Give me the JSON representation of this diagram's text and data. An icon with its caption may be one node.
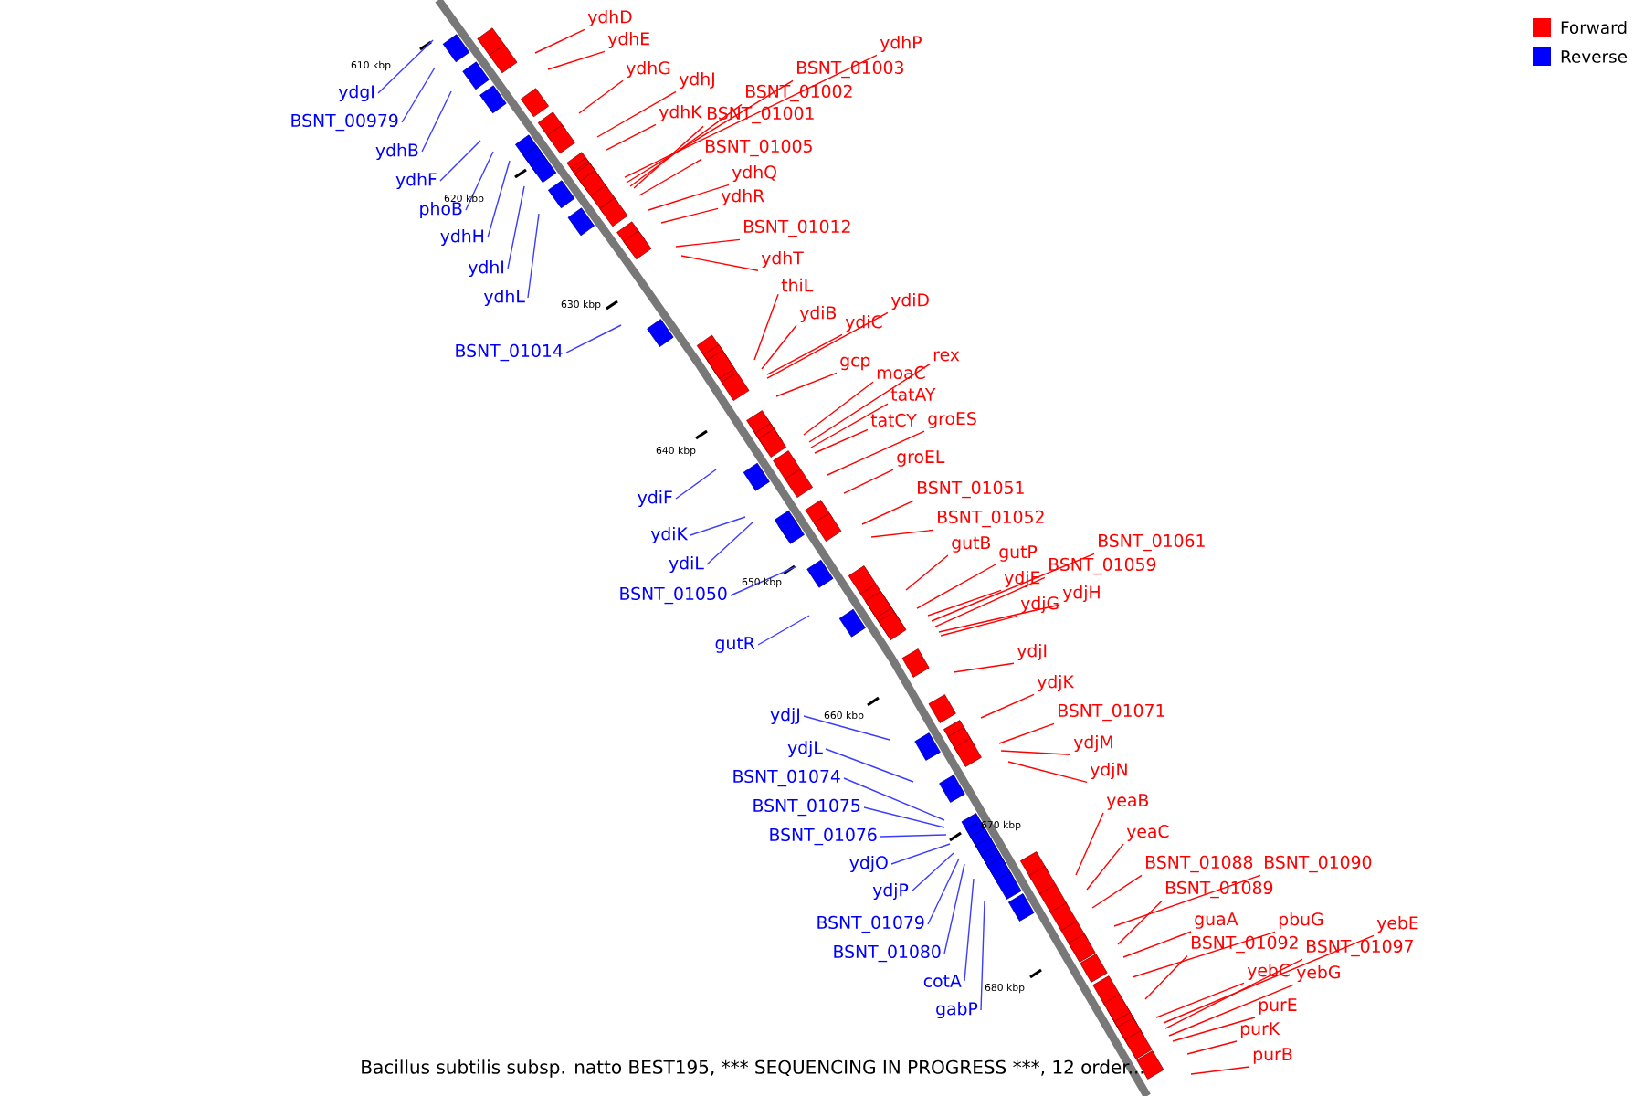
{
  "diagram": {
    "caption": "Bacillus subtilis subsp. natto BEST195, ***",
    "nodes": [
      {
        "text": [
          "ydhD"
        ]
      },
      {
        "text": [
          "ydhE"
        ]
      },
      {
        "text": [
          "ydhP"
        ]
      },
      {
        "text": [
          "BSNT_01003"
        ]
      },
      {
        "text": [
          "ydhG"
        ]
      },
      {
        "text": [
          "ydhJ"
        ]
      },
      {
        "text": [
          "ydgI"
        ]
      },
      {
        "text": [
          "BSNT_01002"
        ]
      },
      {
        "text": [
          "ydhK"
        ]
      },
      {
        "text": [
          "BSNT_01001"
        ]
      },
      {
        "text": [
          "BSNT_00979"
        ]
      },
      {
        "text": [
          "BSNT_01005"
        ]
      },
      {
        "text": [
          "ydhB"
        ]
      },
      {
        "text": [
          "ydhQ"
        ]
      },
      {
        "text": [
          "ydhF"
        ]
      },
      {
        "text": [
          "ydhR"
        ]
      },
      {
        "text": [
          "phoB"
        ]
      },
      {
        "text": [
          "BSNT_01012"
        ]
      },
      {
        "text": [
          "ydhH"
        ]
      },
      {
        "text": [
          "ydhT"
        ]
      },
      {
        "text": [
          "ydhI"
        ]
      },
      {
        "text": [
          "thiL"
        ]
      },
      {
        "text": [
          "ydhL"
        ]
      },
      {
        "text": [
          "ydiD"
        ]
      },
      {
        "text": [
          "ydiB"
        ]
      },
      {
        "text": [
          "ydiC"
        ]
      },
      {
        "text": [
          "BSNT_01014"
        ]
      },
      {
        "text": [
          "rex"
        ]
      },
      {
        "text": [
          "gcp"
        ]
      },
      {
        "text": [
          "moaC"
        ]
      },
      {
        "text": [
          "tatAY"
        ]
      },
      {
        "text": [
          "tatCY"
        ]
      },
      {
        "text": [
          "groES"
        ]
      },
      {
        "text": [
          "groEL"
        ]
      },
      {
        "text": [
          "BSNT_01051"
        ]
      },
      {
        "text": [
          "ydiF"
        ]
      },
      {
        "text": [
          "BSNT_01052"
        ]
      },
      {
        "text": [
          "ydiK"
        ]
      },
      {
        "text": [
          "BSNT_01061"
        ]
      },
      {
        "text": [
          "gutB"
        ]
      },
      {
        "text": [
          "gutP"
        ]
      },
      {
        "text": [
          "ydiL"
        ]
      },
      {
        "text": [
          "BSNT_01059"
        ]
      },
      {
        "text": [
          "ydjE"
        ]
      },
      {
        "text": [
          "ydjH"
        ]
      },
      {
        "text": [
          "BSNT_01050"
        ]
      },
      {
        "text": [
          "ydjG"
        ]
      },
      {
        "text": [
          "gutR"
        ]
      },
      {
        "text": [
          "ydjI"
        ]
      },
      {
        "text": [
          "ydjK"
        ]
      },
      {
        "text": [
          "BSNT_01071"
        ]
      },
      {
        "text": [
          "ydjJ"
        ]
      },
      {
        "text": [
          "ydjM"
        ]
      },
      {
        "text": [
          "ydjL"
        ]
      },
      {
        "text": [
          "ydjN"
        ]
      },
      {
        "text": [
          "BSNT_01074"
        ]
      },
      {
        "text": [
          "yeaB"
        ]
      },
      {
        "text": [
          "BSNT_01075"
        ]
      },
      {
        "text": [
          "yeaC"
        ]
      },
      {
        "text": [
          "BSNT_01076"
        ]
      },
      {
        "text": [
          "BSNT_01088"
        ]
      },
      {
        "text": [
          "BSNT_01090"
        ]
      },
      {
        "text": [
          "ydjO"
        ]
      },
      {
        "text": [
          "BSNT_01089"
        ]
      },
      {
        "text": [
          "ydjP"
        ]
      },
      {
        "text": [
          "guaA"
        ]
      },
      {
        "text": [
          "pbuG"
        ]
      },
      {
        "text": [
          "yebE"
        ]
      },
      {
        "text": [
          "BSNT_01079"
        ]
      },
      {
        "text": [
          "BSNT_01092"
        ]
      },
      {
        "text": [
          "BSNT_01097"
        ]
      },
      {
        "text": [
          "BSNT_01080"
        ]
      },
      {
        "text": [
          "yebC"
        ]
      },
      {
        "text": [
          "yebG"
        ]
      },
      {
        "text": [
          "cotA"
        ]
      },
      {
        "text": [
          "purE"
        ]
      },
      {
        "text": [
          "gabP"
        ]
      },
      {
        "text": [
          "purK"
        ]
      },
      {
        "text": [
          "purB"
        ]
      }
    ],
    "edges": [
      {
        "from": 0,
        "to": null,
        "arrow": "none"
      },
      {
        "from": 1,
        "to": null,
        "arrow": "none"
      },
      {
        "from": 2,
        "to": null,
        "arrow": "none"
      },
      {
        "from": 3,
        "to": null,
        "arrow": "none"
      },
      {
        "from": 4,
        "to": null,
        "arrow": "none"
      },
      {
        "from": 5,
        "to": null,
        "arrow": "none"
      },
      {
        "from": 6,
        "to": null,
        "arrow": "none",
        "color": "#3c3cff"
      },
      {
        "from": 7,
        "to": null,
        "arrow": "none"
      },
      {
        "from": 8,
        "to": null,
        "arrow": "none"
      },
      {
        "from": 9,
        "to": null,
        "arrow": "none"
      },
      {
        "from": 10,
        "to": null,
        "arrow": "none",
        "color": "#3c3cff"
      },
      {
        "from": 11,
        "to": null,
        "arrow": "none"
      },
      {
        "from": 12,
        "to": null,
        "arrow": "none",
        "color": "#3c3cff"
      },
      {
        "from": 13,
        "to": null,
        "arrow": "none"
      },
      {
        "from": 14,
        "to": null,
        "arrow": "none",
        "color": "#3c3cff"
      },
      {
        "from": 15,
        "to": null,
        "arrow": "none"
      },
      {
        "from": 16,
        "to": null,
        "arrow": "none",
        "color": "#3c3cff"
      },
      {
        "from": 17,
        "to": null,
        "arrow": "none"
      },
      {
        "from": 18,
        "to": null,
        "arrow": "none",
        "color": "#3c3cff"
      },
      {
        "from": 19,
        "to": null,
        "arrow": "none"
      },
      {
        "from": 20,
        "to": null,
        "arrow": "none",
        "color": "#3c3cff"
      },
      {
        "from": 21,
        "to": null,
        "arrow": "none"
      },
      {
        "from": 22,
        "to": null,
        "arrow": "none",
        "color": "#3c3cff"
      },
      {
        "from": 23,
        "to": null,
        "arrow": "none"
      },
      {
        "from": 24,
        "to": null,
        "arrow": "none"
      },
      {
        "from": 25,
        "to": null,
        "arrow": "none"
      },
      {
        "from": 26,
        "to": null,
        "arrow": "none",
        "color": "#3c3cff"
      },
      {
        "from": 27,
        "to": null,
        "arrow": "none"
      },
      {
        "from": 28,
        "to": null,
        "arrow": "none"
      },
      {
        "from": 29,
        "to": null,
        "arrow": "none"
      },
      {
        "from": 30,
        "to": null,
        "arrow": "none"
      },
      {
        "from": 31,
        "to": null,
        "arrow": "none"
      },
      {
        "from": 32,
        "to": null,
        "arrow": "none"
      },
      {
        "from": 33,
        "to": null,
        "arrow": "none"
      },
      {
        "from": 34,
        "to": null,
        "arrow": "none"
      },
      {
        "from": 35,
        "to": null,
        "arrow": "none",
        "color": "#3c3cff"
      },
      {
        "from": 36,
        "to": null,
        "arrow": "none"
      },
      {
        "from": 37,
        "to": null,
        "arrow": "none",
        "color": "#3c3cff"
      },
      {
        "from": 38,
        "to": null,
        "arrow": "none"
      },
      {
        "from": 39,
        "to": null,
        "arrow": "none"
      },
      {
        "from": 40,
        "to": null,
        "arrow": "none"
      },
      {
        "from": 41,
        "to": null,
        "arrow": "none",
        "color": "#3c3cff"
      },
      {
        "from": 42,
        "to": null,
        "arrow": "none"
      },
      {
        "from": 43,
        "to": null,
        "arrow": "none"
      },
      {
        "from": 44,
        "to": null,
        "arrow": "none"
      },
      {
        "from": 45,
        "to": null,
        "arrow": "none",
        "color": "#3c3cff"
      },
      {
        "from": 46,
        "to": null,
        "arrow": "none"
      },
      {
        "from": 47,
        "to": null,
        "arrow": "none",
        "color": "#3c3cff"
      },
      {
        "from": 48,
        "to": null,
        "arrow": "none"
      },
      {
        "from": 49,
        "to": null,
        "arrow": "none"
      },
      {
        "from": 50,
        "to": null,
        "arrow": "none"
      },
      {
        "from": 51,
        "to": null,
        "arrow": "none",
        "color": "#3c3cff"
      },
      {
        "from": 52,
        "to": null,
        "arrow": "none"
      },
      {
        "from": 53,
        "to": null,
        "arrow": "none",
        "color": "#3c3cff"
      },
      {
        "from": 54,
        "to": null,
        "arrow": "none"
      },
      {
        "from": 55,
        "to": null,
        "arrow": "none",
        "color": "#3c3cff"
      },
      {
        "from": 56,
        "to": null,
        "arrow": "none"
      },
      {
        "from": 57,
        "to": null,
        "arrow": "none",
        "color": "#3c3cff"
      },
      {
        "from": 58,
        "to": null,
        "arrow": "none"
      },
      {
        "from": 59,
        "to": null,
        "arrow": "none",
        "color": "#3c3cff"
      },
      {
        "from": 60,
        "to": null,
        "arrow": "none"
      },
      {
        "from": 61,
        "to": null,
        "arrow": "none"
      },
      {
        "from": 62,
        "to": null,
        "arrow": "none",
        "color": "#3c3cff"
      },
      {
        "from": 63,
        "to": null,
        "arrow": "none"
      },
      {
        "from": 64,
        "to": null,
        "arrow": "none",
        "color": "#3c3cff"
      },
      {
        "from": 65,
        "to": null,
        "arrow": "none"
      },
      {
        "from": 66,
        "to": null,
        "arrow": "none"
      },
      {
        "from": 67,
        "to": null,
        "arrow": "none"
      },
      {
        "from": 68,
        "to": null,
        "arrow": "none",
        "color": "#3c3cff"
      },
      {
        "from": 69,
        "to": null,
        "arrow": "none"
      },
      {
        "from": 70,
        "to": null,
        "arrow": "none"
      },
      {
        "from": 71,
        "to": null,
        "arrow": "none",
        "color": "#3c3cff"
      },
      {
        "from": 72,
        "to": null,
        "arrow": "none"
      },
      {
        "from": 73,
        "to": null,
        "arrow": "none"
      },
      {
        "from": 74,
        "to": null,
        "arrow": "none",
        "color": "#3c3cff"
      },
      {
        "from": 75,
        "to": null,
        "arrow": "none"
      },
      {
        "from": 76,
        "to": null,
        "arrow": "none",
        "color": "#3c3cff"
      },
      {
        "from": 77,
        "to": null,
        "arrow": "none"
      },
      {
        "from": 78,
        "to": null,
        "arrow": "none"
      }
    ],
    "labels": [
      "610 kbp",
      "620 kbp",
      "630 kbp",
      "640 kbp",
      "650 kbp",
      "660 kbp",
      "670 kbp",
      "680 kbp",
      "SEQUENCING IN PROGRESS ***, 12 order..."
    ],
    "legend": [
      {
        "text": "Forward",
        "color": "#ff0000"
      },
      {
        "text": "Reverse",
        "color": "#0000ff"
      }
    ]
  }
}
